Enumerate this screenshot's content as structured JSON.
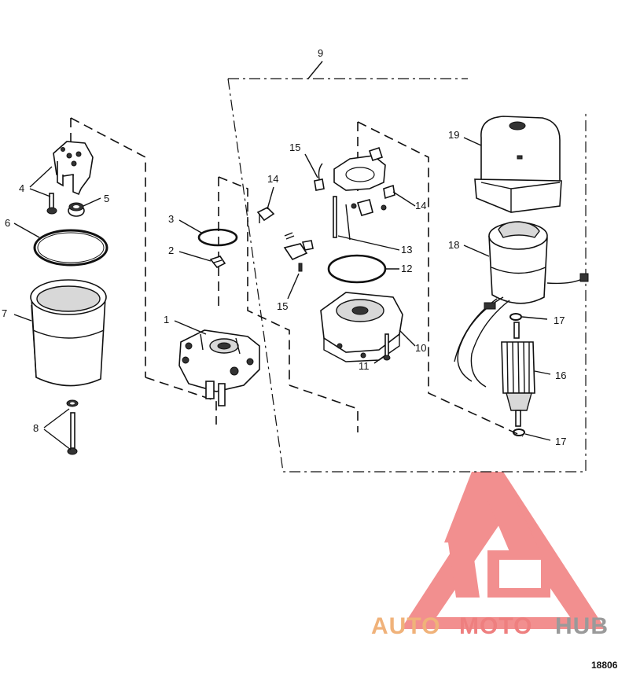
{
  "callouts": {
    "c1": "1",
    "c2": "2",
    "c3": "3",
    "c4": "4",
    "c5": "5",
    "c6": "6",
    "c7": "7",
    "c8": "8",
    "c9": "9",
    "c10": "10",
    "c11": "11",
    "c12": "12",
    "c13": "13",
    "c14a": "14",
    "c14b": "14",
    "c15a": "15",
    "c15b": "15",
    "c16": "16",
    "c17a": "17",
    "c17b": "17",
    "c18": "18",
    "c19": "19"
  },
  "figure_number": "18806",
  "watermark": {
    "part1": "AUTO",
    "part2": "MOTO",
    "part3": "HUB",
    "colors": {
      "orange": "#f0b27a",
      "red": "#ee7f7f",
      "gray": "#9a9a9a"
    }
  }
}
